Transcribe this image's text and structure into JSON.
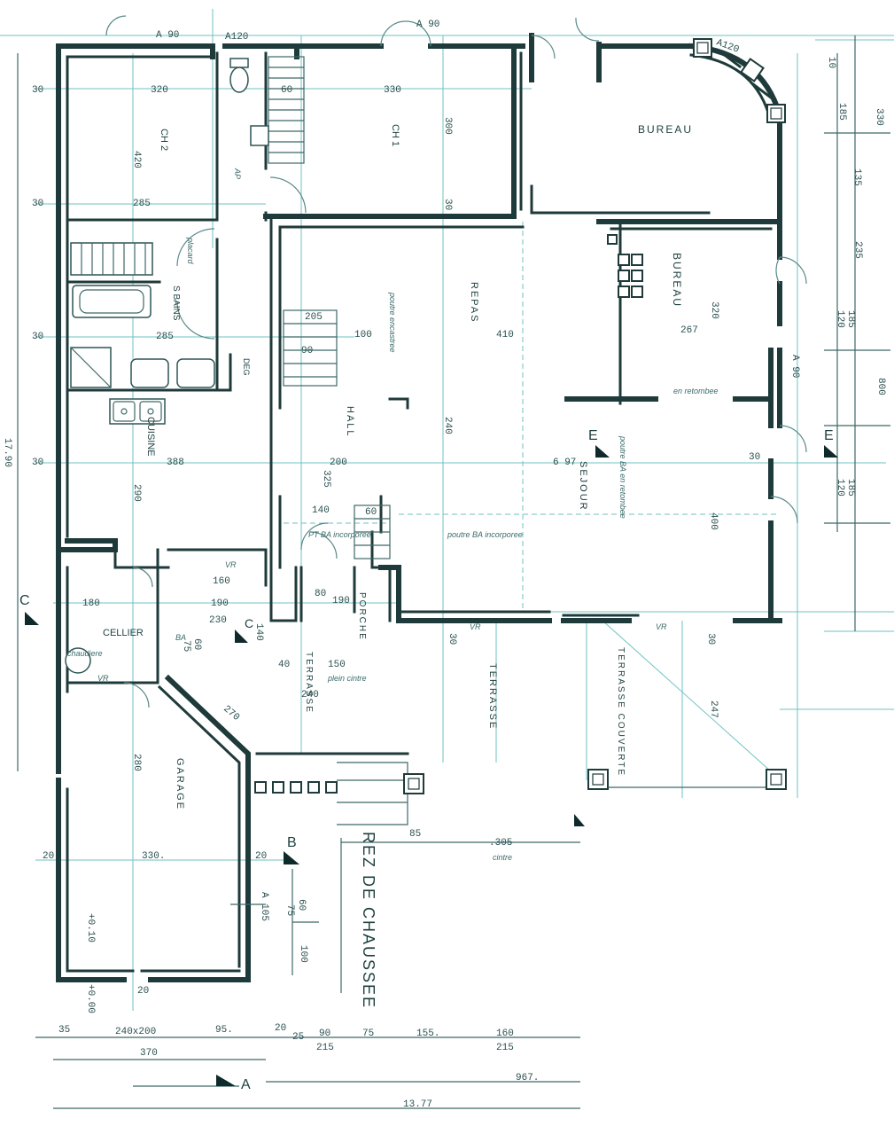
{
  "title": "REZ DE CHAUSSEE",
  "rooms": {
    "ch2": "CH 2",
    "ch1": "CH 1",
    "bureau_top": "BUREAU",
    "bureau_mid": "BUREAU",
    "bains": "S BAINS",
    "cuisine": "CUISINE",
    "repas": "REPAS",
    "hall": "HALL",
    "sejour": "SEJOUR",
    "cellier": "CELLIER",
    "garage": "GARAGE",
    "porche": "PORCHE",
    "terrasse_left": "TERRASSE",
    "terrasse_mid": "TERRASSE",
    "terrasse_couverte": "TERRASSE COUVERTE",
    "deg": "DEG"
  },
  "dimensions": {
    "a90": "A 90",
    "a120": "A120",
    "a90_right1": "A 90",
    "a90_right2": "A 90",
    "a120_corner": "A120",
    "a105": "A 105",
    "d320": "320",
    "d330": "330",
    "d300": "300",
    "d420": "420",
    "d285_top": "285",
    "d285_mid": "285",
    "d410": "410",
    "d60_stairs": "60",
    "d100": "100",
    "d90": "90",
    "d205": "205",
    "d267": "267",
    "d320_right": "320",
    "d697": "6 97",
    "d388": "388",
    "d290": "290",
    "d200": "200",
    "d325": "325",
    "d240": "240",
    "d400": "400",
    "d140": "140",
    "d160_hall": "160",
    "d60_hall": "60",
    "d80": "80",
    "d190_porche": "190",
    "d160_low": "160",
    "d180": "180",
    "d190": "190",
    "d230": "230",
    "d140_w": "140",
    "d40": "40",
    "d150": "150",
    "d240_terr": "240",
    "d270": "270",
    "d280": "280",
    "d330_garage": "330.",
    "d20_a": "20",
    "d20_b": "20",
    "d20_c": "20",
    "d30_a": "30",
    "d30_b": "30",
    "d30_c": "30",
    "d30_d": "30",
    "d30_e": "30",
    "d30_f": "30",
    "d30_g": "30",
    "d30_h": "30",
    "d247": "247",
    "d305": ".305",
    "d85": "85",
    "d1790": "17.90",
    "d800": "800",
    "d330_right": "330",
    "d135": "135",
    "d185": "185",
    "d235": "235",
    "d120": "120",
    "d185b": "185",
    "d120b": "120",
    "d185c": "185",
    "d10_top": "10",
    "bot_35": "35",
    "bot_240x200": "240x200",
    "bot_95": "95.",
    "bot_370": "370",
    "bot_20": "20",
    "bot_25": "25",
    "bot_90": "90",
    "bot_215a": "215",
    "bot_75": "75",
    "bot_155": "155.",
    "bot_160": "160",
    "bot_215b": "215",
    "bot_967": "967.",
    "bot_1377": "13.77",
    "lvl_010": "+0.10",
    "lvl_000": "+0.00",
    "d60_g": "60",
    "d75_g": "75",
    "d100_g": "100",
    "d60_c": "60",
    "d75_c": "75"
  },
  "notes": {
    "vr1": "VR",
    "vr2": "VR",
    "vr3": "VR",
    "vr_cellier": "VR",
    "poutre_ba": "poutre BA incorporee",
    "pt_ba": "PT BA incorporee",
    "plein_cintre": "plein cintre",
    "cintre": "cintre",
    "en_retombee": "en retombee",
    "chaudiere": "chaudiere",
    "ba": "BA",
    "ap": "AP",
    "placard": "placard",
    "poutre_encastree": "poutre encastree",
    "poutre_bp": "poutre BA en retombee"
  },
  "section_marks": {
    "a": "A",
    "b": "B",
    "c_left": "C",
    "c_mid": "C",
    "e_left": "E",
    "e_right": "E"
  }
}
